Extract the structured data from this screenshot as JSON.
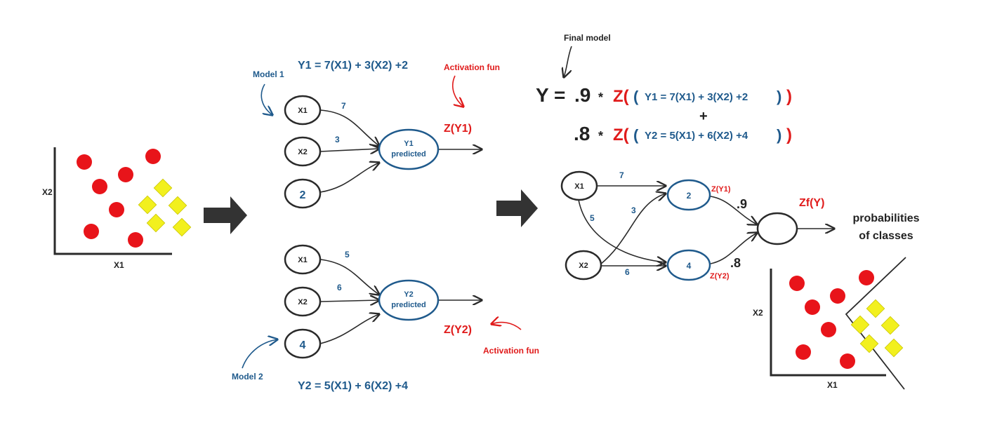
{
  "labels": {
    "final_model": "Final model",
    "model1": "Model 1",
    "model2": "Model 2",
    "eq1": "Y1 = 7(X1) + 3(X2) +2",
    "eq2": "Y2 = 5(X1) + 6(X2) +4",
    "activation": "Activation fun",
    "z_y1": "Z(Y1)",
    "z_y2": "Z(Y2)",
    "zf_y": "Zf(Y)",
    "prob_line1": "probabilities",
    "prob_line2": "of classes"
  },
  "formula": {
    "y": "Y =",
    "w1": ".9",
    "w2": ".8",
    "star": "*",
    "z_open": "Z(",
    "paren_open": "(",
    "paren_close": ")",
    "plus": "+",
    "inner1": "Y1 = 7(X1) + 3(X2) +2",
    "inner2": "Y2 = 5(X1) + 6(X2) +4"
  },
  "nodes": {
    "x1": "X1",
    "x2": "X2",
    "bias1": "2",
    "bias2": "4",
    "y1_line1": "Y1",
    "y2_line1": "Y2",
    "predicted": "predicted"
  },
  "weights": {
    "m1_x1": "7",
    "m1_x2": "3",
    "m2_x1": "5",
    "m2_x2": "6",
    "f_x1_y1": "7",
    "f_x1_y2": "5",
    "f_x2_y1": "3",
    "f_x2_y2": "6",
    "out1": ".9",
    "out2": ".8"
  },
  "final_nodes": {
    "x1": "X1",
    "x2": "X2",
    "h1": "2",
    "h2": "4",
    "h1_z": "Z(Y1)",
    "h2_z": "Z(Y2)"
  },
  "plot_left": {
    "xlabel": "X1",
    "ylabel": "X2"
  },
  "plot_right": {
    "xlabel": "X1",
    "ylabel": "X2"
  },
  "colors": {
    "blue": "#1f5a8c",
    "red": "#e01b1b",
    "dot_red": "#e8141a",
    "diamond_yellow": "#f2f01e",
    "dark": "#2a2a2a"
  }
}
